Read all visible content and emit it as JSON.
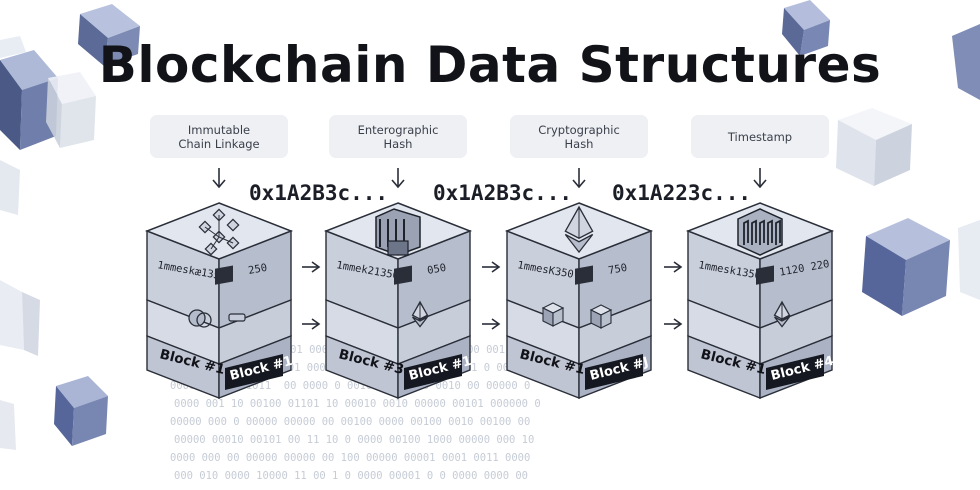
{
  "title": "Blockchain Data Structures",
  "labels": [
    {
      "line1": "Immutable",
      "line2": "Chain Linkage"
    },
    {
      "line1": "Enterographic",
      "line2": "Hash"
    },
    {
      "line1": "Cryptographic",
      "line2": "Hash"
    },
    {
      "line1": "Timestamp",
      "line2": ""
    }
  ],
  "hashes": [
    "0x1A2B3c...",
    "0x1A2B3c...",
    "0x1A223c..."
  ],
  "blocks": [
    {
      "chip_text": "1mmeskæ1350",
      "num_text": "250",
      "front_left": "Block #1",
      "front_right": "Block #1",
      "top_icon": "network-graph-icon",
      "mid_icon": "link-icon"
    },
    {
      "chip_text": "1mmek21350",
      "num_text": "050",
      "front_left": "Block #3",
      "front_right": "Block #1",
      "top_icon": "server-stack-icon",
      "mid_icon": "ethereum-icon"
    },
    {
      "chip_text": "1mmesK350",
      "num_text": "750",
      "front_left": "Block #1",
      "front_right": "Block #J",
      "top_icon": "ethereum-icon",
      "mid_icon": "cube-icon"
    },
    {
      "chip_text": "1mmesk1350",
      "num_text": "220",
      "chip2_text": "1120",
      "front_left": "Block #1",
      "front_right": "Block #4",
      "top_icon": "maze-icon",
      "mid_icon": "ethereum-icon"
    }
  ],
  "binary_rows": [
    "0001 1000  00000  101 000 00000 00000 01000  0000 001 00000",
    "00000 01101 000 0 01 000 0000 00000 0010 0 00101 0 000 0",
    "00001 0001 01011  00 0000 0 00101 0 00000 0010 00 00000 0",
    "0000 001 10 00100 01101 10 00010 0010 00000 00101 000000 0",
    "00000 000 0 00000 00000 00 00100 0000 00100 0010 00100 00",
    "00000 00010 00101 00 11 10 0 0000 00100 1000 00000 000 10",
    "0000 000 00 00000 00000 00 100 00000 00001 0001 0011 0000",
    "000 010 0000 10000 11 00 1 0 0000 00001 0 0 0000 0000 00"
  ]
}
